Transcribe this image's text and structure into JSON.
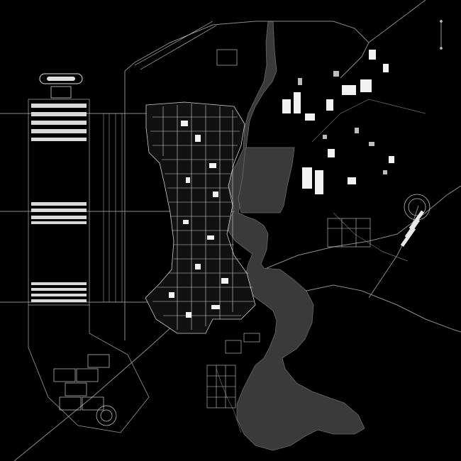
{
  "map": {
    "style": "black-and-white CAD city plan",
    "colors": {
      "background": "#000000",
      "water": "#3a3a3a",
      "roads": "#8c8c8c",
      "buildings": "#f2f2f2",
      "blocks": "#d8d8d8"
    },
    "features": [
      "river",
      "lake",
      "urban-grid-core",
      "industrial-zone",
      "planned-district-column",
      "roundabout-interchange",
      "airport-runways",
      "ring-road",
      "north-arrow"
    ]
  }
}
